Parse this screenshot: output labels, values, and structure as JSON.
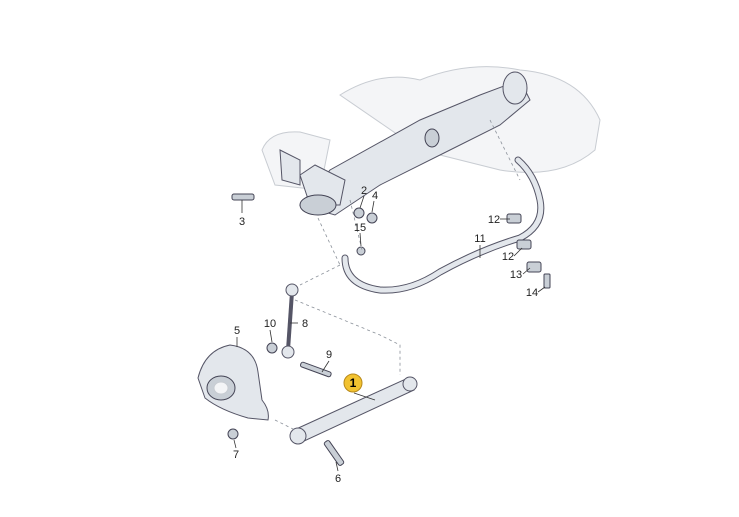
{
  "callouts": [
    {
      "id": "c1",
      "label": "1",
      "highlighted": true
    },
    {
      "id": "c2",
      "label": "2"
    },
    {
      "id": "c3",
      "label": "3"
    },
    {
      "id": "c4",
      "label": "4"
    },
    {
      "id": "c5",
      "label": "5"
    },
    {
      "id": "c6",
      "label": "6"
    },
    {
      "id": "c7",
      "label": "7"
    },
    {
      "id": "c8",
      "label": "8"
    },
    {
      "id": "c9",
      "label": "9"
    },
    {
      "id": "c10",
      "label": "10"
    },
    {
      "id": "c11",
      "label": "11"
    },
    {
      "id": "c12a",
      "label": "12"
    },
    {
      "id": "c12b",
      "label": "12"
    },
    {
      "id": "c13",
      "label": "13"
    },
    {
      "id": "c14",
      "label": "14"
    },
    {
      "id": "c15",
      "label": "15"
    }
  ],
  "colors": {
    "highlight": "#f2c230",
    "line": "#333333",
    "part_fill": "#e3e7ec"
  }
}
